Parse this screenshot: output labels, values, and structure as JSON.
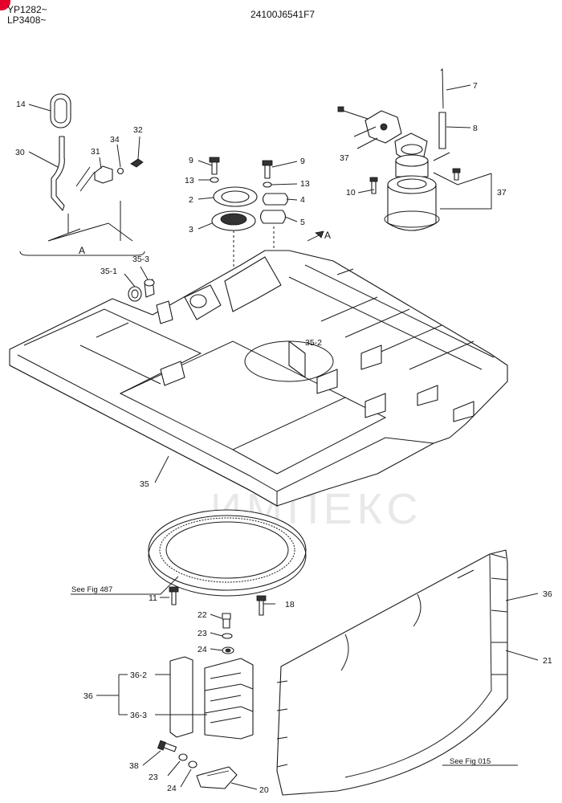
{
  "header": {
    "serial_top": "YP1282~",
    "serial_bottom": "LP3408~",
    "part_code": "24100J6541F7"
  },
  "colors": {
    "accent": "#e4002b",
    "watermark": "#f4b3b3"
  },
  "labels": {
    "l14": "14",
    "l30": "30",
    "l31": "31",
    "l34": "34",
    "l32": "32",
    "lA1": "A",
    "lA2": "A",
    "l9a": "9",
    "l13a": "13",
    "l2": "2",
    "l3": "3",
    "l9b": "9",
    "l13b": "13",
    "l4": "4",
    "l5": "5",
    "l7": "7",
    "l8": "8",
    "l37a": "37",
    "l37b": "37",
    "l10": "10",
    "l35_1": "35-1",
    "l35_3": "35-3",
    "l35_2": "35-2",
    "l35": "35",
    "l11": "11",
    "l18": "18",
    "l22": "22",
    "l23a": "23",
    "l24a": "24",
    "l36a": "36",
    "l36_2": "36-2",
    "l36_3": "36-3",
    "l38": "38",
    "l23b": "23",
    "l24b": "24",
    "l20": "20",
    "l36b": "36",
    "l21": "21"
  },
  "refs": {
    "fig487": "See Fig 487",
    "fig015": "See Fig 015"
  },
  "watermark_text": "ИМПЕКС"
}
